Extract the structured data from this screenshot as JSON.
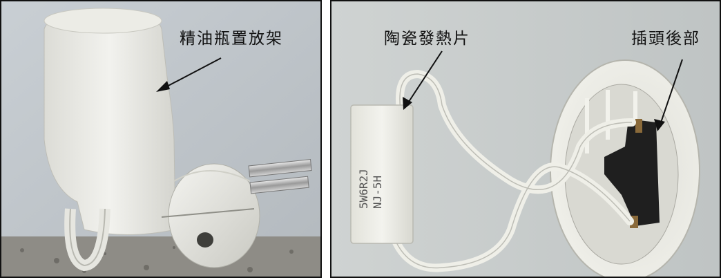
{
  "panels": {
    "left": {
      "label": "精油瓶置放架",
      "device_label_text": ""
    },
    "right": {
      "label_left": "陶瓷發熱片",
      "label_right": "插頭後部",
      "resistor_text_line1": "5W6R2J",
      "resistor_text_line2": "NJ-5H"
    }
  }
}
